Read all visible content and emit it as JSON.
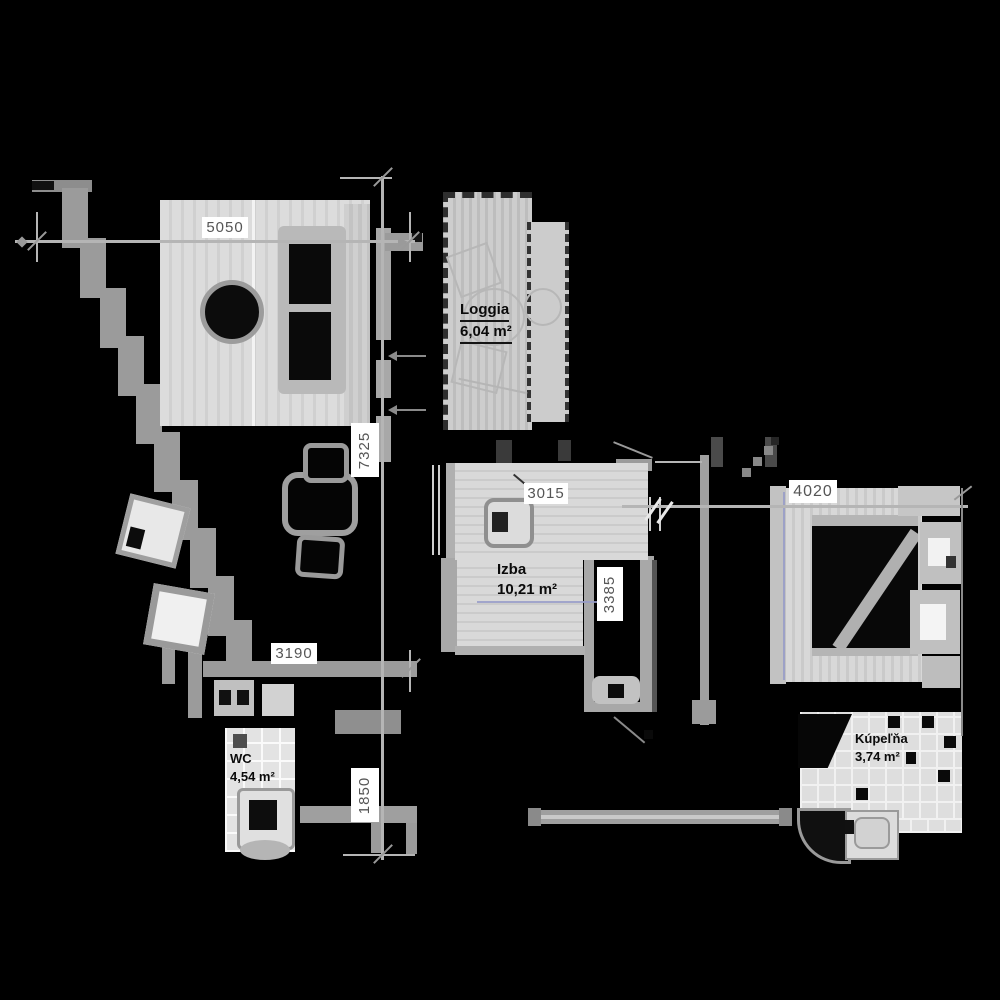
{
  "plan_type": "apartment-floor-plan",
  "rooms": {
    "loggia": {
      "name": "Loggia",
      "area": "6,04 m²"
    },
    "izba": {
      "name": "Izba",
      "area": "10,21 m²"
    },
    "wc": {
      "name": "WC",
      "area": "4,54 m²"
    },
    "kupelna": {
      "name": "Kúpeľňa",
      "area": "3,74 m²"
    }
  },
  "dimensions": {
    "d5050": "5050",
    "d7325": "7325",
    "d3015": "3015",
    "d3385": "3385",
    "d4020": "4020",
    "d3190": "3190",
    "d1850": "1850"
  },
  "colors": {
    "background": "#000000",
    "room_fill": "#d6d6d6",
    "wall": "#9b9b9b",
    "dim_line": "#b5b5b5",
    "label_bg": "#ffffff",
    "dim_text": "#555555",
    "room_text": "#0b0b0b",
    "accent_blue": "#9aa0c8"
  }
}
